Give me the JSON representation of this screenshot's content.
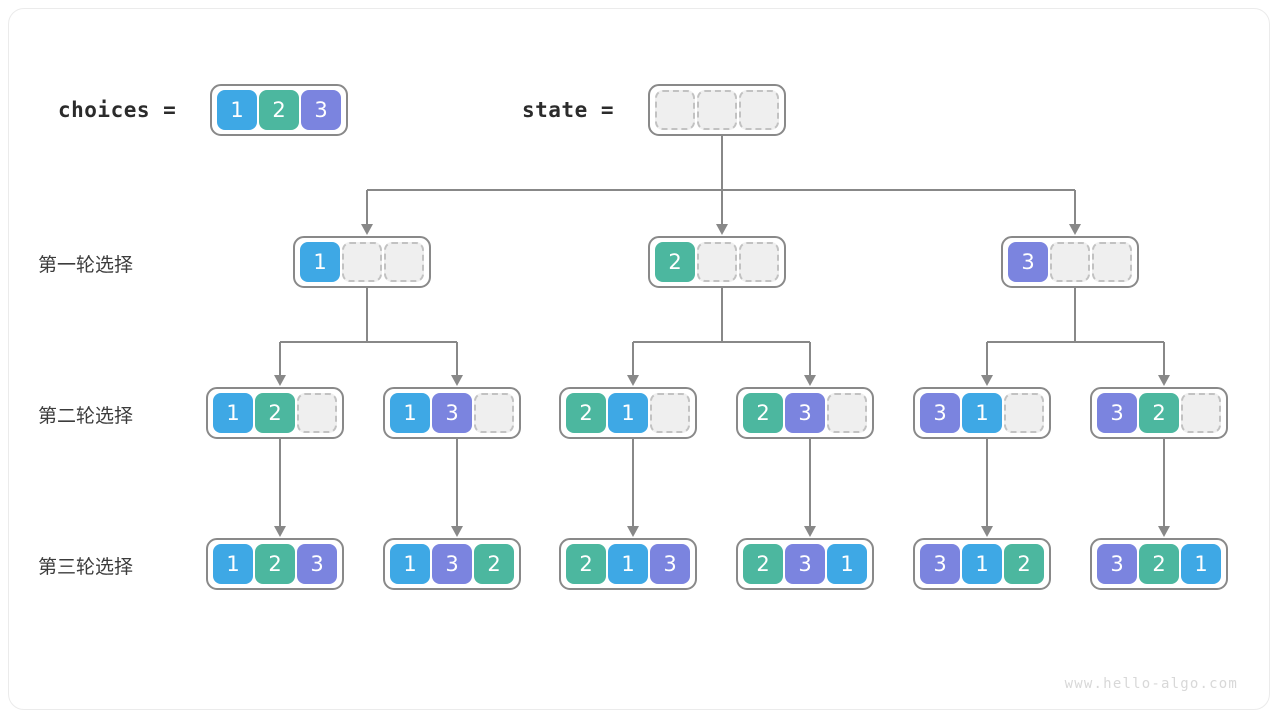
{
  "palette": {
    "blue": "#3EA8E5",
    "green": "#4CB79F",
    "purple": "#7B84DF",
    "empty_fill": "#EFEFEF",
    "empty_border": "#C2C2C2",
    "array_border": "#898989",
    "connector": "#888888",
    "frame_border": "#EBEBEB",
    "label_text": "#3C3C3C",
    "watermark_text": "#D8D8D8"
  },
  "header": {
    "choices_label": "choices  =",
    "choices_values": [
      "1",
      "2",
      "3"
    ],
    "state_label": "state  =",
    "state_values": [
      "",
      "",
      ""
    ]
  },
  "rows": [
    {
      "label": "第一轮选择",
      "arrays": [
        {
          "values": [
            "1",
            "",
            ""
          ]
        },
        {
          "values": [
            "2",
            "",
            ""
          ]
        },
        {
          "values": [
            "3",
            "",
            ""
          ]
        }
      ]
    },
    {
      "label": "第二轮选择",
      "arrays": [
        {
          "values": [
            "1",
            "2",
            ""
          ]
        },
        {
          "values": [
            "1",
            "3",
            ""
          ]
        },
        {
          "values": [
            "2",
            "1",
            ""
          ]
        },
        {
          "values": [
            "2",
            "3",
            ""
          ]
        },
        {
          "values": [
            "3",
            "1",
            ""
          ]
        },
        {
          "values": [
            "3",
            "2",
            ""
          ]
        }
      ]
    },
    {
      "label": "第三轮选择",
      "arrays": [
        {
          "values": [
            "1",
            "2",
            "3"
          ]
        },
        {
          "values": [
            "1",
            "3",
            "2"
          ]
        },
        {
          "values": [
            "2",
            "1",
            "3"
          ]
        },
        {
          "values": [
            "2",
            "3",
            "1"
          ]
        },
        {
          "values": [
            "3",
            "1",
            "2"
          ]
        },
        {
          "values": [
            "3",
            "2",
            "1"
          ]
        }
      ]
    }
  ],
  "watermark": "www.hello-algo.com"
}
